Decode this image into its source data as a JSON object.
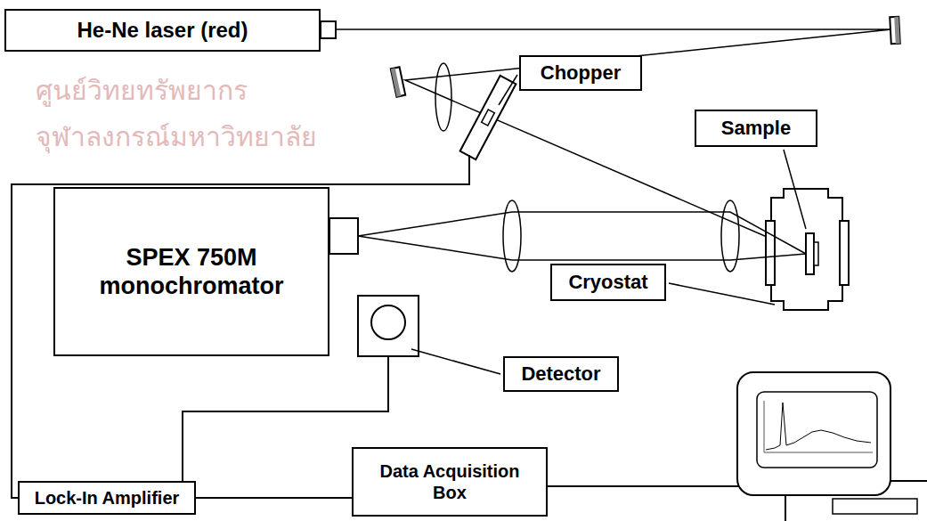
{
  "diagram": {
    "nodes": [
      {
        "text": [
          "He-Ne laser (red)"
        ]
      },
      {
        "text": [
          "Chopper"
        ]
      },
      {
        "text": [
          "Sample"
        ]
      },
      {
        "text": [
          "SPEX 750M monochromator"
        ]
      },
      {
        "text": [
          "Cryostat"
        ]
      },
      {
        "text": [
          "Detector"
        ]
      },
      {
        "text": [
          "Lock-In Amplifier"
        ]
      },
      {
        "text": [
          "Data Acquisition Box"
        ]
      }
    ],
    "edges": [
      {
        "from": 6,
        "to": 7,
        "arrow": "none"
      }
    ],
    "labels": [
      "ศูนย์วิทยทรัพยากร",
      "จุฬาลงกรณ์มหาวิทยาลัย"
    ]
  }
}
